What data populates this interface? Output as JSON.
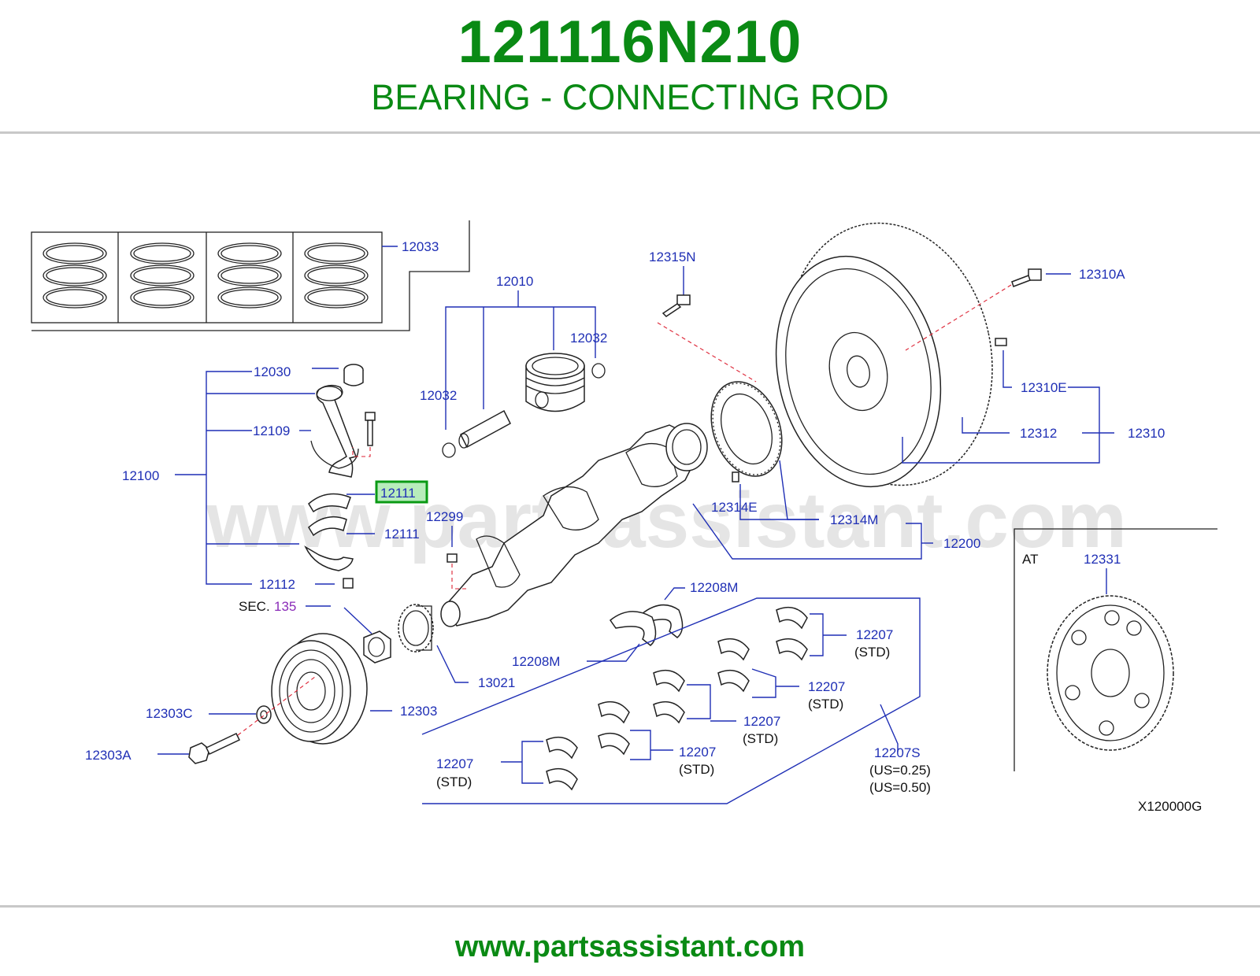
{
  "header": {
    "part_number": "121116N210",
    "description": "BEARING - CONNECTING ROD"
  },
  "footer": {
    "url": "www.partsassistant.com"
  },
  "diagram": {
    "watermark": "www.partsassistant.com",
    "highlighted_part": "12111",
    "callouts": {
      "c12033": "12033",
      "c12010": "12010",
      "c12032a": "12032",
      "c12032b": "12032",
      "c12030": "12030",
      "c12109": "12109",
      "c12100": "12100",
      "c12111a": "12111",
      "c12111b": "12111",
      "c12112": "12112",
      "c12299": "12299",
      "c12315N": "12315N",
      "c12310A": "12310A",
      "c12310E": "12310E",
      "c12312": "12312",
      "c12310": "12310",
      "c12314E": "12314E",
      "c12314M": "12314M",
      "c12200": "12200",
      "c12331": "12331",
      "c12208Ma": "12208M",
      "c12208Mb": "12208M",
      "c12207a": "12207",
      "c12207b": "12207",
      "c12207c": "12207",
      "c12207d": "12207",
      "c12207e": "12207",
      "c12207S": "12207S",
      "c13021": "13021",
      "c12303": "12303",
      "c12303C": "12303C",
      "c12303A": "12303A"
    },
    "notes": {
      "sec_prefix": "SEC.",
      "sec_number": "135",
      "std": "(STD)",
      "us025": "(US=0.25)",
      "us050": "(US=0.50)",
      "at": "AT",
      "figure_code": "X120000G"
    }
  },
  "colors": {
    "brand_green": "#0a8a14",
    "label_blue": "#1f2fb5",
    "highlight_fill": "#b8ecbb",
    "divider_gray": "#c8c8c8"
  }
}
